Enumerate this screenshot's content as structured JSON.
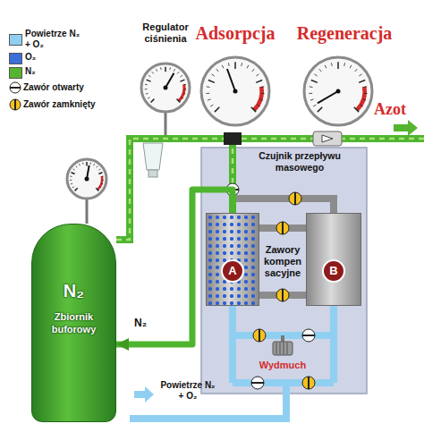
{
  "diagram": {
    "nodes": [
      {
        "text": [
          "N₂",
          "Zbiornik buforowy"
        ]
      },
      {
        "text": [
          "A"
        ]
      },
      {
        "text": [
          "B"
        ]
      }
    ],
    "edges": [
      {
        "from": 1,
        "to": 0,
        "arrow": "to",
        "label": "N₂"
      }
    ],
    "labels": [
      "Regulator ciśnienia",
      "Adsorpcja",
      "Regeneracja",
      "Azot",
      "Czujnik przepływu masowego",
      "Zawory kompen sacyjne",
      "Wydmuch",
      "Powietrze N₂ + O₂"
    ],
    "legend": [
      {
        "text": "Powietrze N₂ + O₂",
        "color": "#8fd0f2"
      },
      {
        "text": "O₂",
        "color": "#3c6fd8"
      },
      {
        "text": "N₂",
        "color": "#55b52f"
      },
      {
        "text": "Zawór otwarty"
      },
      {
        "text": "Zawór zamknięty"
      }
    ]
  }
}
